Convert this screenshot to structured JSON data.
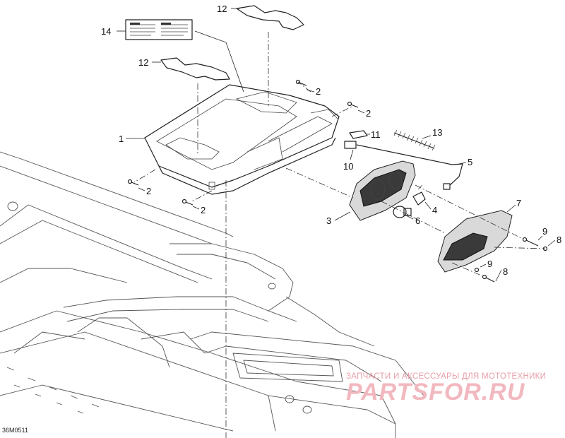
{
  "diagram": {
    "reference_code": "36M0511",
    "callouts": [
      {
        "id": "c12a",
        "label": "12"
      },
      {
        "id": "c14",
        "label": "14"
      },
      {
        "id": "c12b",
        "label": "12"
      },
      {
        "id": "c2a",
        "label": "2"
      },
      {
        "id": "c2b",
        "label": "2"
      },
      {
        "id": "c1",
        "label": "1"
      },
      {
        "id": "c11",
        "label": "11"
      },
      {
        "id": "c13",
        "label": "13"
      },
      {
        "id": "c10",
        "label": "10"
      },
      {
        "id": "c5",
        "label": "5"
      },
      {
        "id": "c2c",
        "label": "2"
      },
      {
        "id": "c2d",
        "label": "2"
      },
      {
        "id": "c7",
        "label": "7"
      },
      {
        "id": "c3",
        "label": "3"
      },
      {
        "id": "c4",
        "label": "4"
      },
      {
        "id": "c6",
        "label": "6"
      },
      {
        "id": "c9a",
        "label": "9"
      },
      {
        "id": "c8a",
        "label": "8"
      },
      {
        "id": "c9b",
        "label": "9"
      },
      {
        "id": "c8b",
        "label": "8"
      }
    ]
  },
  "watermark": {
    "tagline": "ЗАПЧАСТИ И АКСЕССУАРЫ ДЛЯ МОТОТЕХНИКИ",
    "logo": "PARTSFOR.RU"
  }
}
